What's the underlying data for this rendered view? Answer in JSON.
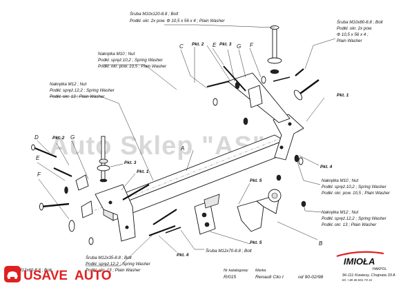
{
  "watermark": "Auto Sklep \"AS\"",
  "labels": {
    "bolt_top_1": "Śruba M10x120-8.8 ;  Bolt",
    "bolt_top_2": "Podkł. okr. 2x pow. Φ 10,5 x 56 x 4 ; Plain Washer",
    "bolt_right_1": "Śruba M10x80-8.8 ;  Bolt",
    "bolt_right_2": "Podkł. okr. 2x pow.",
    "bolt_right_3": "Φ 10,5 x 56 x 4 ;",
    "bolt_right_4": "Plain Washer",
    "nut10_1": "Nakrętka M10 ; Nut",
    "nut10_2": "Podkł. spręż.10,2 ; Spring Washer",
    "nut10_3": "Podkł. okr. pow. 10,5 ; Plain Washer",
    "nut12_1": "Nakrętka M12 ; Nut",
    "nut12_2": "Podkł. spręż.12,2 ; Spring Washer",
    "nut12_3": "Podkł. okr. 13 ; Plain Washer",
    "nut10r_1": "Nakrętka M10 ; Nut",
    "nut10r_2": "Podkł. spręż.10,2 ; Spring Washer",
    "nut10r_3": "Podkł. okr. pow. 10,5 ; Plain Washer",
    "nut12r_1": "Nakrętka M12 ; Nut",
    "nut12r_2": "Podkł. spręż.12,2 ; Spring Washer",
    "nut12r_3": "Podkł. okr. 13 ; Plain Washer",
    "bolt12x70": "Śruba M12x70-8.8 ;  Bolt",
    "bolt35_1": "Śruba M12x35-8.8 ;  Bolt",
    "bolt35_2": "Podkł. spręż.12,2 ; Spring Washer",
    "bolt35_3": "Podkł. okr. 13 ; Plain Washer",
    "bolt_left_partial": "Śruba M12x60-8.8 ;  Bolt"
  },
  "letters": {
    "A": "A",
    "B": "B",
    "C": "C",
    "D": "D",
    "E": "E",
    "F": "F",
    "G": "G"
  },
  "pkt": {
    "p1": "Pkt. 1",
    "p2": "Pkt. 2",
    "p3": "Pkt. 3",
    "p4": "Pkt. 4",
    "p5": "Pkt. 5"
  },
  "footer": {
    "catalog_label": "Nr katalogowy",
    "catalog_no": "R/015",
    "brand_label": "Marka",
    "model": "Renault Clio I",
    "year": "od 90-02/98",
    "company": "IMIOŁA",
    "company_sub": "HAKPOL",
    "address": "96-111 Kowiesy, Chojnata 33 A",
    "phone": "tel. +48 46 831 73 31"
  },
  "overlay_logo": {
    "text_a": "USAVE",
    "text_b": "AUTO",
    "color_a": "#e02020",
    "color_b": "#e02020"
  },
  "colors": {
    "accent_red": "#e02020",
    "ink": "#111111",
    "watermark": "#d8d8d8"
  }
}
